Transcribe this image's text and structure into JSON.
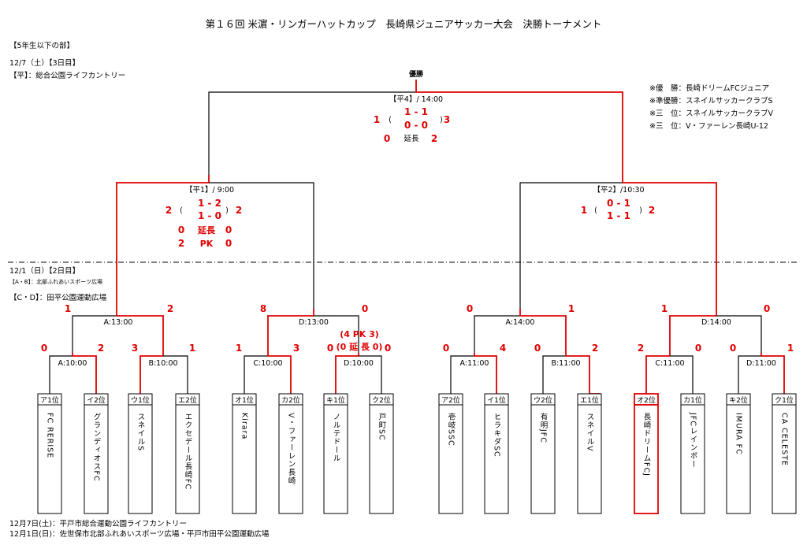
{
  "header": {
    "title": "第１６回 米濵・リンガーハットカップ　長崎県ジュニアサッカー大会　決勝トーナメント",
    "division": "【5年生以下の部】",
    "day3_date": "12/7（土）【3日目】",
    "day3_venue": "【平】：総合公園ライフカントリー",
    "day2_date": "12/1（日）【2日目】",
    "day2_venue_ab": "【A・B】：北部ふれあいスポーツ広場",
    "day2_venue_cd": "【C・D】：田平公園運動広場"
  },
  "results": {
    "champion_line": "※優　勝：長崎ドリームFCジュニア",
    "runner_up_line": "※準優勝：スネイルサッカークラブS",
    "third1_line": "※三　位：スネイルサッカークラブV",
    "third2_line": "※三　位：V・ファーレン長崎U-12"
  },
  "final": {
    "winner_label": "優勝",
    "match_label": "【平4】/ 14:00",
    "left_total": "1",
    "right_total": "3",
    "lines": [
      "1 - 1",
      "0 - 0"
    ],
    "et_left": "0",
    "et_label": "延長",
    "et_right": "2"
  },
  "semis": [
    {
      "match_label": "【平1】/ 9:00",
      "left_total": "2",
      "right_total": "2",
      "lines": [
        "1 - 2",
        "1 - 0"
      ],
      "et_left": "0",
      "et_label": "延長",
      "et_right": "0",
      "pk_left": "2",
      "pk_label": "PK",
      "pk_right": "0"
    },
    {
      "match_label": "【平2】/10:30",
      "left_total": "1",
      "right_total": "2",
      "lines": [
        "0 - 1",
        "1 - 1"
      ]
    }
  ],
  "quarters": [
    {
      "label": "A:13:00",
      "left": "1",
      "right": "2"
    },
    {
      "label": "D:13:00",
      "left": "8",
      "right": "0"
    },
    {
      "label": "A:14:00",
      "left": "0",
      "right": "1"
    },
    {
      "label": "D:14:00",
      "left": "1",
      "right": "0"
    }
  ],
  "round16": [
    {
      "label": "A:10:00",
      "left": "0",
      "right": "2"
    },
    {
      "label": "B:10:00",
      "left": "3",
      "right": "1"
    },
    {
      "label": "C:10:00",
      "left": "1",
      "right": "3"
    },
    {
      "label": "D:10:00",
      "left": "0",
      "right": "0",
      "pk": "(4 PK 3)",
      "et": "(0 延 長 0)"
    },
    {
      "label": "A:11:00",
      "left": "0",
      "right": "4"
    },
    {
      "label": "B:11:00",
      "left": "0",
      "right": "2"
    },
    {
      "label": "C:11:00",
      "left": "2",
      "right": "0"
    },
    {
      "label": "D:11:00",
      "left": "0",
      "right": "1"
    }
  ],
  "teams": [
    {
      "seed": "ア1位",
      "name": "FC RERISE"
    },
    {
      "seed": "イ2位",
      "name": "グランディオスFC"
    },
    {
      "seed": "ウ1位",
      "name": "スネイルS"
    },
    {
      "seed": "エ2位",
      "name": "エクセデール長崎FC"
    },
    {
      "seed": "オ1位",
      "name": "Kirara"
    },
    {
      "seed": "カ2位",
      "name": "V・ファーレン長崎"
    },
    {
      "seed": "キ1位",
      "name": "ノルテドール"
    },
    {
      "seed": "ク2位",
      "name": "戸町SC"
    },
    {
      "seed": "ア2位",
      "name": "壱岐SSC"
    },
    {
      "seed": "イ1位",
      "name": "ヒラキダSC"
    },
    {
      "seed": "ウ2位",
      "name": "有明JFC"
    },
    {
      "seed": "エ1位",
      "name": "スネイルV"
    },
    {
      "seed": "オ2位",
      "name": "長崎ドリームFCJ"
    },
    {
      "seed": "カ1位",
      "name": "JFCレインボー"
    },
    {
      "seed": "キ2位",
      "name": "IMURA FC"
    },
    {
      "seed": "ク1位",
      "name": "CA CELESTE"
    }
  ],
  "footer": {
    "line1": "12月7日(土)：平戸市総合運動公園ライフカントリー",
    "line2": "12月1日(日)：佐世保市北部ふれあいスポーツ広場・平戸市田平公園運動広場"
  },
  "colors": {
    "win": "#e00000",
    "line": "#000000"
  }
}
